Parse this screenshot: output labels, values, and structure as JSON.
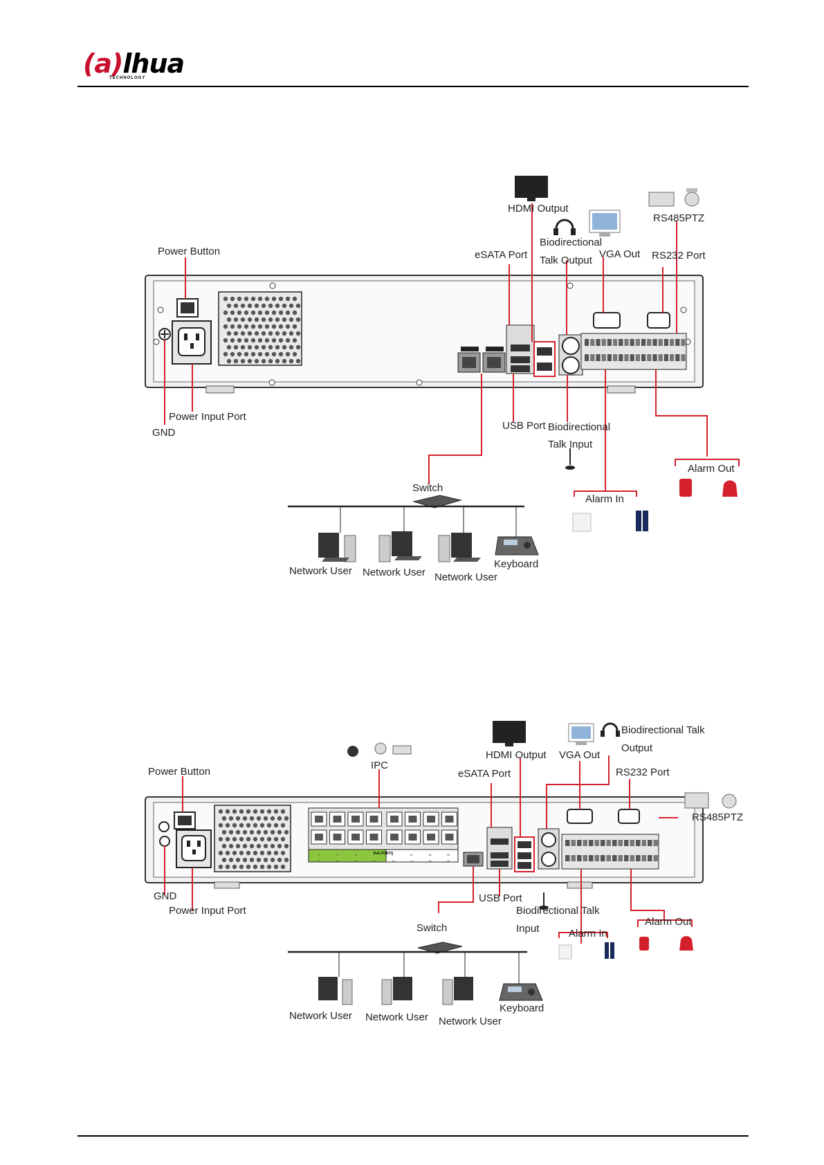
{
  "header": {
    "logo_text": "alhua",
    "logo_sub": "TECHNOLOGY"
  },
  "diagram1": {
    "labels": {
      "hdmi_output": "HDMI Output",
      "rs485ptz": "RS485PTZ",
      "biodirectional_talk_output_line1": "Biodirectional",
      "biodirectional_talk_output_line2": "Talk Output",
      "power_button": "Power Button",
      "esata_port": "eSATA Port",
      "vga_out": "VGA Out",
      "rs232_port": "RS232 Port",
      "power_input_port": "Power Input Port",
      "gnd": "GND",
      "usb_port": "USB Port",
      "biodirectional_talk_input_line1": "Biodirectional",
      "biodirectional_talk_input_line2": "Talk Input",
      "alarm_out": "Alarm Out",
      "switch": "Switch",
      "alarm_in": "Alarm In",
      "keyboard": "Keyboard",
      "network_user_1": "Network User",
      "network_user_2": "Network User",
      "network_user_3": "Network User"
    }
  },
  "diagram2": {
    "labels": {
      "hdmi_output": "HDMI Output",
      "vga_out": "VGA Out",
      "biodirectional_talk_output_line1": "Biodirectional Talk",
      "biodirectional_talk_output_line2": "Output",
      "ipc": "IPC",
      "power_button": "Power Button",
      "esata_port": "eSATA Port",
      "rs232_port": "RS232 Port",
      "rs485ptz": "RS485PTZ",
      "gnd": "GND",
      "power_input_port": "Power Input Port",
      "usb_port": "USB Port",
      "biodirectional_talk_input_line1": "Biodirectional Talk",
      "biodirectional_talk_input_line2": "Input",
      "switch": "Switch",
      "alarm_out": "Alarm Out",
      "alarm_in": "Alarm In",
      "keyboard": "Keyboard",
      "network_user_1": "Network User",
      "network_user_2": "Network User",
      "network_user_3": "Network User"
    },
    "poe_ports_label": "PoE PORTS",
    "poe_port_numbers_top": [
      "1",
      "3",
      "5",
      "7",
      "9",
      "11",
      "13",
      "15"
    ],
    "poe_port_numbers_bottom": [
      "2",
      "4",
      "6",
      "8",
      "10",
      "12",
      "14",
      "16"
    ]
  },
  "colors": {
    "callout_line": "#d4202c",
    "brand_red": "#c8102e",
    "panel_gray": "#e8e8e8",
    "poe_green": "#8cc63f"
  }
}
